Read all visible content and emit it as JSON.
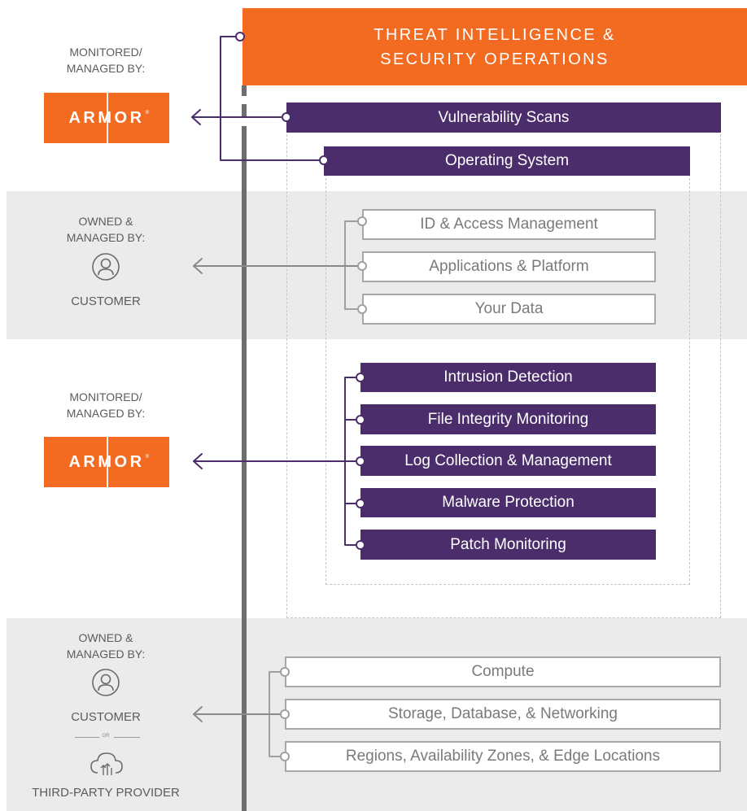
{
  "header": {
    "line1": "THREAT INTELLIGENCE &",
    "line2": "SECURITY OPERATIONS"
  },
  "sections": {
    "armor_top": {
      "label_line1": "MONITORED/",
      "label_line2": "MANAGED BY:",
      "logo_text": "ARMOR"
    },
    "customer_mid": {
      "label_line1": "OWNED &",
      "label_line2": "MANAGED BY:",
      "owner": "CUSTOMER"
    },
    "armor_mid": {
      "label_line1": "MONITORED/",
      "label_line2": "MANAGED BY:",
      "logo_text": "ARMOR"
    },
    "customer_bottom": {
      "label_line1": "OWNED &",
      "label_line2": "MANAGED BY:",
      "owner": "CUSTOMER",
      "or_text": "OR",
      "alt_owner": "THIRD-PARTY PROVIDER"
    }
  },
  "layers": {
    "vulnerability_scans": "Vulnerability Scans",
    "operating_system": "Operating System",
    "customer_items": [
      "ID & Access Management",
      "Applications & Platform",
      "Your Data"
    ],
    "armor_items": [
      "Intrusion Detection",
      "File Integrity Monitoring",
      "Log Collection & Management",
      "Malware Protection",
      "Patch Monitoring"
    ],
    "infra_items": [
      "Compute",
      "Storage, Database, & Networking",
      "Regions, Availability Zones, & Edge Locations"
    ]
  },
  "colors": {
    "orange": "#f26b21",
    "purple": "#4b2d6b",
    "gray_band": "#ebebeb",
    "gray_line": "#6e6e6e",
    "outline": "#a8a8a8"
  },
  "icons": {
    "armor_logo": "armor-logo",
    "customer": "user-circle-icon",
    "third_party": "cloud-upload-icon",
    "arrow": "arrow-left-icon"
  }
}
